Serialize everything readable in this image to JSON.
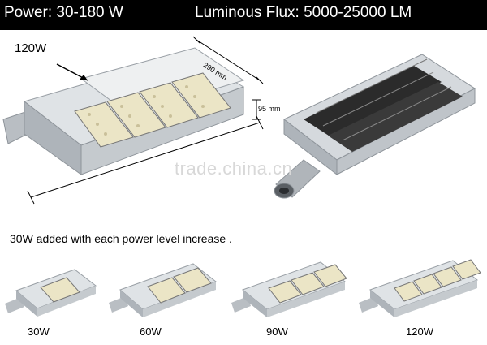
{
  "banner": {
    "power": "Power: 30-180 W",
    "flux": "Luminous Flux: 5000-25000 LM"
  },
  "hero": {
    "wattage": "120W",
    "dim_length": "290 mm",
    "dim_height": "95 mm"
  },
  "watermark": "trade.china.cn",
  "caption": "30W added with each power level increase .",
  "variants": [
    "30W",
    "60W",
    "90W",
    "120W"
  ],
  "colors": {
    "banner_bg": "#000000",
    "housing": "#c9ced3",
    "led_panel": "#e9e3c4",
    "heatsink": "#2b2b2b"
  }
}
